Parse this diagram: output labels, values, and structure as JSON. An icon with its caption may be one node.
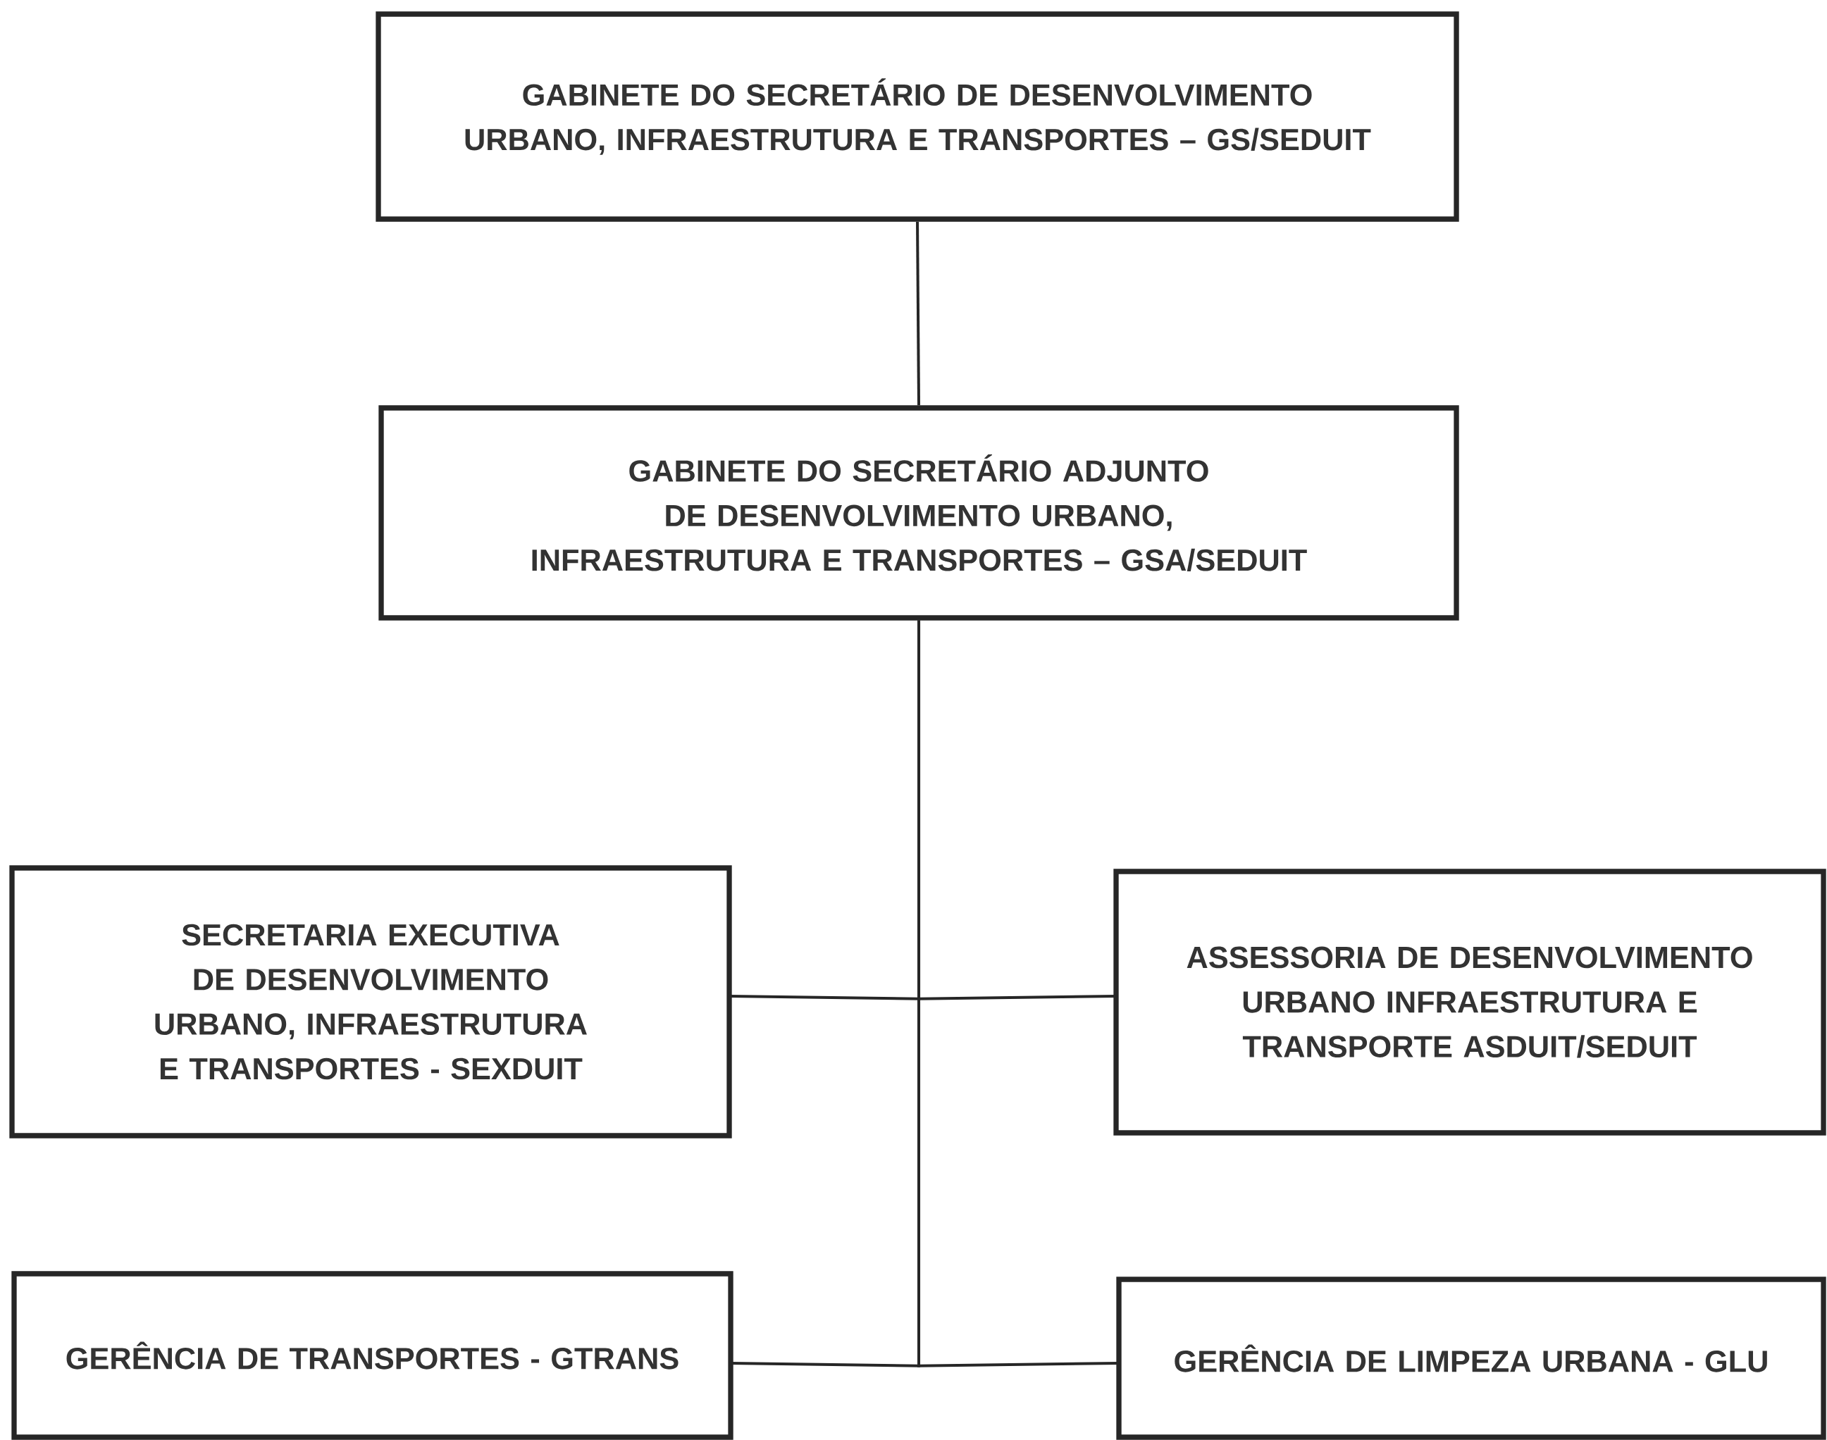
{
  "diagram": {
    "nodes": [
      {
        "text": [
          "GABINETE DO SECRETÁRIO DE DESENVOLVIMENTO URBANO, INFRAESTRUTURA E TRANSPORTES – GS/SEDUIT"
        ]
      },
      {
        "text": [
          "GABINETE DO SECRETÁRIO ADJUNTO DE DESENVOLVIMENTO URBANO, INFRAESTRUTURA E TRANSPORTES – GSA/SEDUIT"
        ]
      },
      {
        "text": [
          "SECRETARIA EXECUTIVA DE DESENVOLVIMENTO URBANO, INFRAESTRUTURA E TRANSPORTES - SEXDUIT"
        ]
      },
      {
        "text": [
          "ASSESSORIA DE DESENVOLVIMENTO URBANO INFRAESTRUTURA E TRANSPORTE ASDUIT/SEDUIT"
        ]
      },
      {
        "text": [
          "GERÊNCIA DE TRANSPORTES - GTRANS"
        ]
      },
      {
        "text": [
          "GERÊNCIA DE LIMPEZA URBANA - GLU"
        ]
      }
    ],
    "edges": [
      {
        "from": 0,
        "to": 1,
        "arrow": "none"
      },
      {
        "from": 1,
        "to": 2,
        "arrow": "none"
      },
      {
        "from": 1,
        "to": 3,
        "arrow": "none"
      },
      {
        "from": 1,
        "to": 4,
        "arrow": "none"
      },
      {
        "from": 1,
        "to": 5,
        "arrow": "none"
      }
    ]
  }
}
